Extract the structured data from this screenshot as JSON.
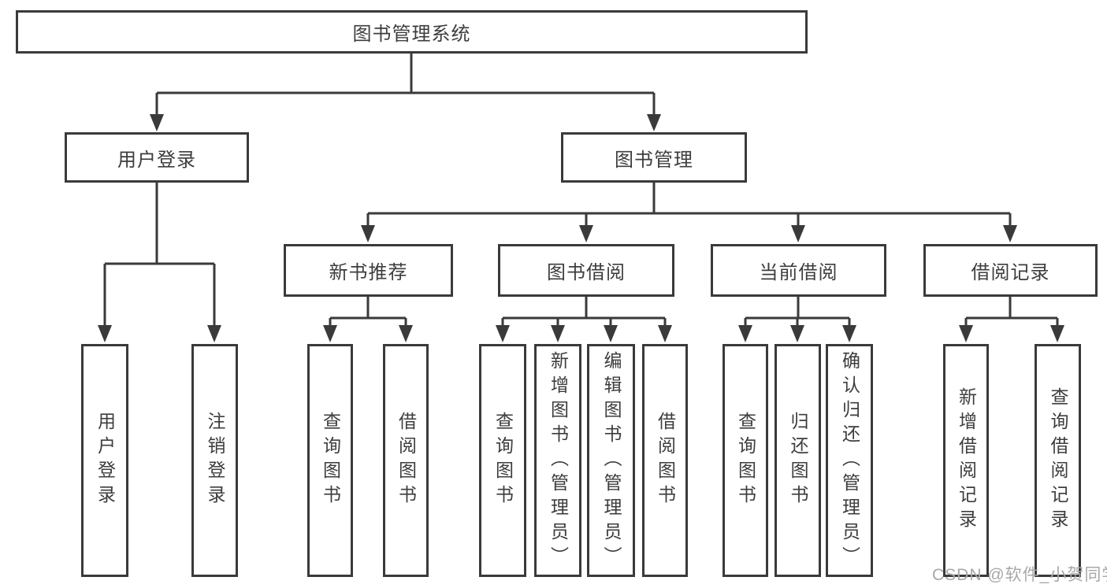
{
  "tree": {
    "label": "图书管理系统",
    "children": [
      {
        "label": "用户登录",
        "children": [
          {
            "label": "用户登录"
          },
          {
            "label": "注销登录"
          }
        ]
      },
      {
        "label": "图书管理",
        "children": [
          {
            "label": "新书推荐",
            "children": [
              {
                "label": "查询图书"
              },
              {
                "label": "借阅图书"
              }
            ]
          },
          {
            "label": "图书借阅",
            "children": [
              {
                "label": "查询图书"
              },
              {
                "label": "新增图书（管理员）"
              },
              {
                "label": "编辑图书（管理员）"
              },
              {
                "label": "借阅图书"
              }
            ]
          },
          {
            "label": "当前借阅",
            "children": [
              {
                "label": "查询图书"
              },
              {
                "label": "归还图书"
              },
              {
                "label": "确认归还（管理员）"
              }
            ]
          },
          {
            "label": "借阅记录",
            "children": [
              {
                "label": "新增借阅记录"
              },
              {
                "label": "查询借阅记录"
              }
            ]
          }
        ]
      }
    ]
  },
  "watermark": "CSDN @软件_小贺同学",
  "colors": {
    "line": "#3a3a3a",
    "text": "#3d3d3d",
    "watermark": "#a8a8a8",
    "background": "#ffffff"
  }
}
